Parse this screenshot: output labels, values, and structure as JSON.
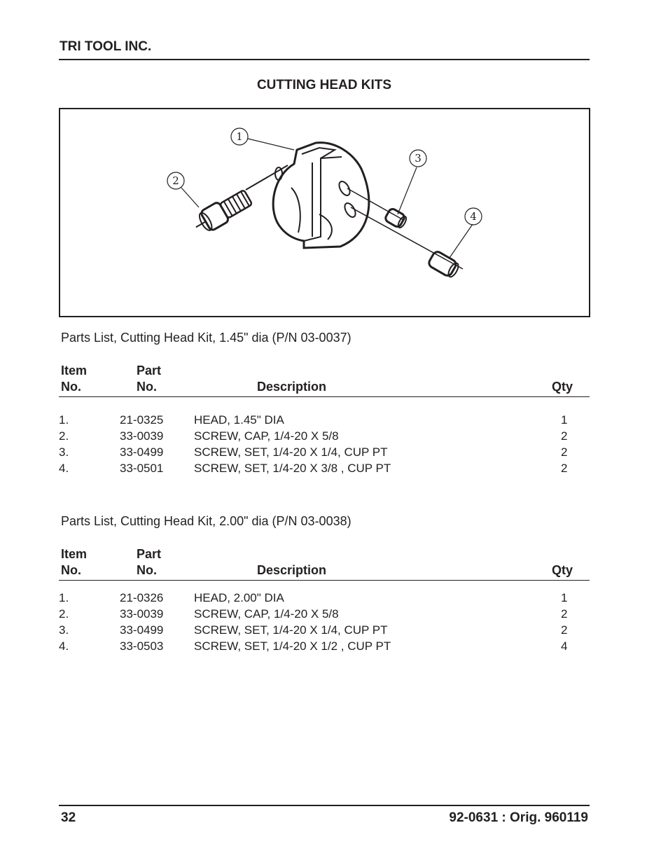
{
  "header": {
    "company": "TRI TOOL INC."
  },
  "page_title": "CUTTING HEAD KITS",
  "figure": {
    "callouts": [
      "1",
      "2",
      "3",
      "4"
    ]
  },
  "tables": [
    {
      "title": "Parts List, Cutting Head Kit, 1.45\" dia (P/N 03-0037)",
      "headers": {
        "item_l1": "Item",
        "item_l2": "No.",
        "part_l1": "Part",
        "part_l2": "No.",
        "description": "Description",
        "qty": "Qty"
      },
      "rows": [
        {
          "item": "1.",
          "part": "21-0325",
          "description": "HEAD, 1.45\" DIA",
          "qty": "1"
        },
        {
          "item": "2.",
          "part": "33-0039",
          "description": "SCREW, CAP, 1/4-20 X 5/8",
          "qty": "2"
        },
        {
          "item": "3.",
          "part": "33-0499",
          "description": "SCREW, SET, 1/4-20 X 1/4, CUP PT",
          "qty": "2"
        },
        {
          "item": "4.",
          "part": "33-0501",
          "description": "SCREW, SET, 1/4-20 X 3/8 , CUP PT",
          "qty": "2"
        }
      ]
    },
    {
      "title": "Parts List, Cutting Head Kit, 2.00\" dia (P/N 03-0038)",
      "headers": {
        "item_l1": "Item",
        "item_l2": "No.",
        "part_l1": "Part",
        "part_l2": "No.",
        "description": "Description",
        "qty": "Qty"
      },
      "rows": [
        {
          "item": "1.",
          "part": "21-0326",
          "description": "HEAD, 2.00\" DIA",
          "qty": "1"
        },
        {
          "item": "2.",
          "part": "33-0039",
          "description": "SCREW, CAP, 1/4-20 X 5/8",
          "qty": "2"
        },
        {
          "item": "3.",
          "part": "33-0499",
          "description": "SCREW, SET, 1/4-20 X 1/4, CUP PT",
          "qty": "2"
        },
        {
          "item": "4.",
          "part": "33-0503",
          "description": "SCREW, SET, 1/4-20 X 1/2 , CUP PT",
          "qty": "4"
        }
      ]
    }
  ],
  "footer": {
    "page_number": "32",
    "doc_id": "92-0631 : Orig. 960119"
  }
}
